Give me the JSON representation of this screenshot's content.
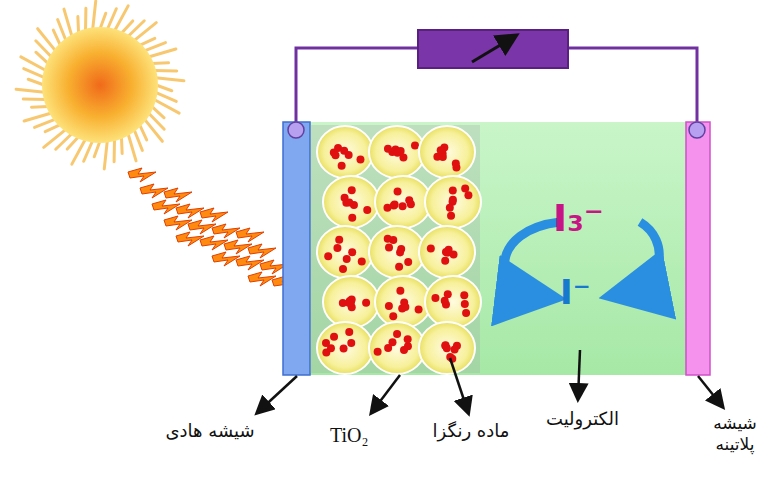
{
  "diagram": {
    "labels": [
      "I₃⁻",
      "I⁻",
      "شیشه هادی",
      "TiO₂",
      "ماده رنگزا",
      "الکترولیت",
      "شیشه پلاتینه"
    ]
  }
}
